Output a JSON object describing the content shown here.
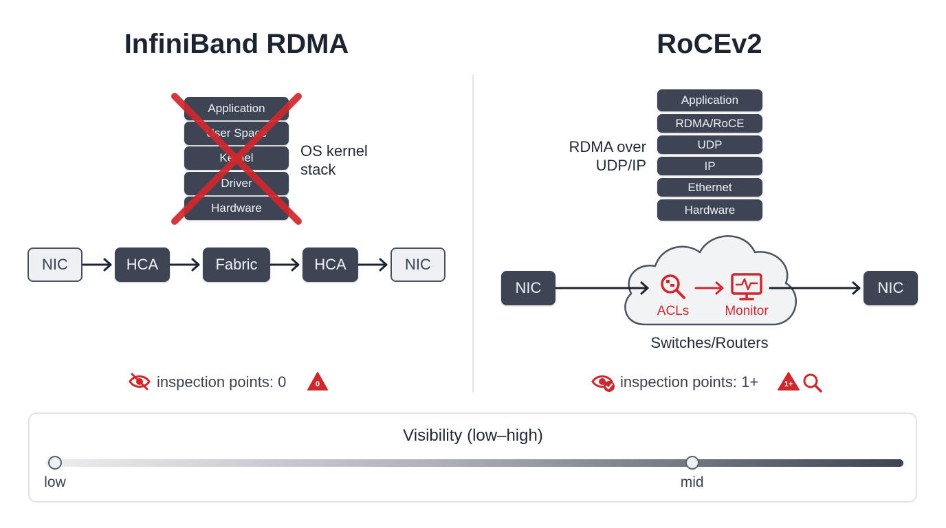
{
  "left": {
    "title": "InfiniBand RDMA",
    "stack": [
      "Application",
      "User Space",
      "Kernel",
      "Driver",
      "Hardware"
    ],
    "stack_note": [
      "OS kernel",
      "stack"
    ],
    "flow": [
      "NIC",
      "HCA",
      "Fabric",
      "HCA",
      "NIC"
    ],
    "inspection_label": "inspection points: 0",
    "inspection_badge": "0"
  },
  "right": {
    "title": "RoCEv2",
    "stack": [
      "Application",
      "RDMA/RoCE",
      "UDP",
      "IP",
      "Ethernet",
      "Hardware"
    ],
    "stack_note": [
      "RDMA over",
      "UDP/IP"
    ],
    "flow_left": "NIC",
    "flow_right": "NIC",
    "cloud_items": [
      "ACLs",
      "Monitor"
    ],
    "cloud_caption": "Switches/Routers",
    "inspection_label": "inspection points: 1+",
    "inspection_badge": "1+"
  },
  "visibility": {
    "title": "Visibility (low–high)",
    "markers": [
      {
        "label": "low",
        "level": 0.0
      },
      {
        "label": "mid",
        "level": 0.78
      }
    ]
  },
  "colors": {
    "dark_box": "#3d4554",
    "light_box": "#eef0f3",
    "alert_red": "#d0272c",
    "text": "#1f2633"
  },
  "icons": [
    "cross-out-mark",
    "eye-slash-icon",
    "warning-triangle-icon",
    "eye-check-icon",
    "magnifier-icon",
    "monitor-pulse-icon",
    "cloud-shape"
  ]
}
